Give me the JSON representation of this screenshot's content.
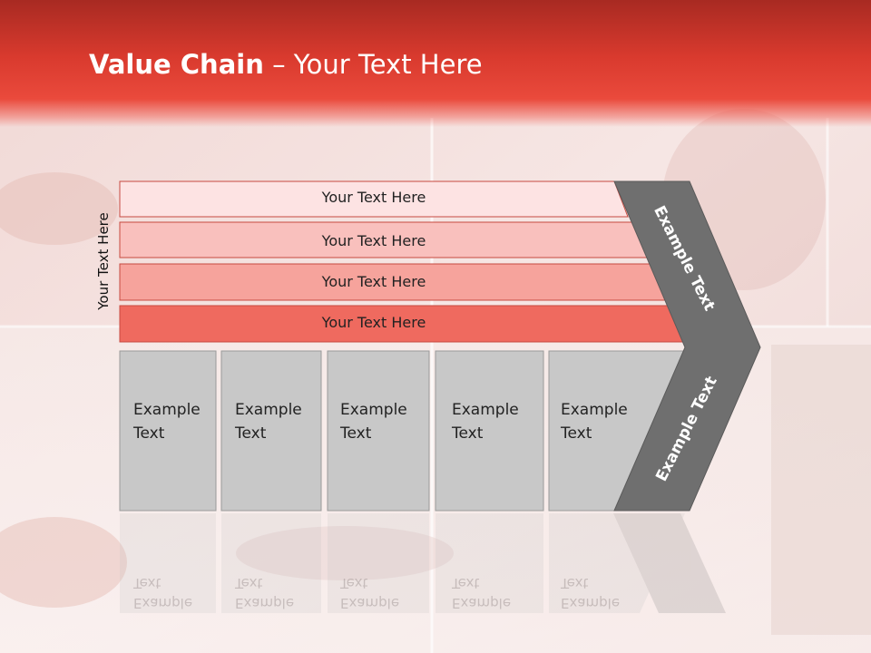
{
  "title": {
    "bold": "Value Chain",
    "rest": " – Your Text Here"
  },
  "side_label": "Your Text Here",
  "rows": [
    {
      "label": "Your Text Here",
      "color": "#fde3e3"
    },
    {
      "label": "Your Text Here",
      "color": "#f9c0bd"
    },
    {
      "label": "Your Text Here",
      "color": "#f6a39c"
    },
    {
      "label": "Your Text Here",
      "color": "#ef6a5f"
    }
  ],
  "boxes": [
    {
      "line1": "Example",
      "line2": "Text"
    },
    {
      "line1": "Example",
      "line2": "Text"
    },
    {
      "line1": "Example",
      "line2": "Text"
    },
    {
      "line1": "Example",
      "line2": "Text"
    },
    {
      "line1": "Example",
      "line2": "Text"
    }
  ],
  "arrow": {
    "upper": "Example Text",
    "lower": "Example Text"
  },
  "colors": {
    "header": "#d93a2e",
    "box_fill": "#c8c8c8",
    "arrow_fill": "#6f6f6f"
  }
}
